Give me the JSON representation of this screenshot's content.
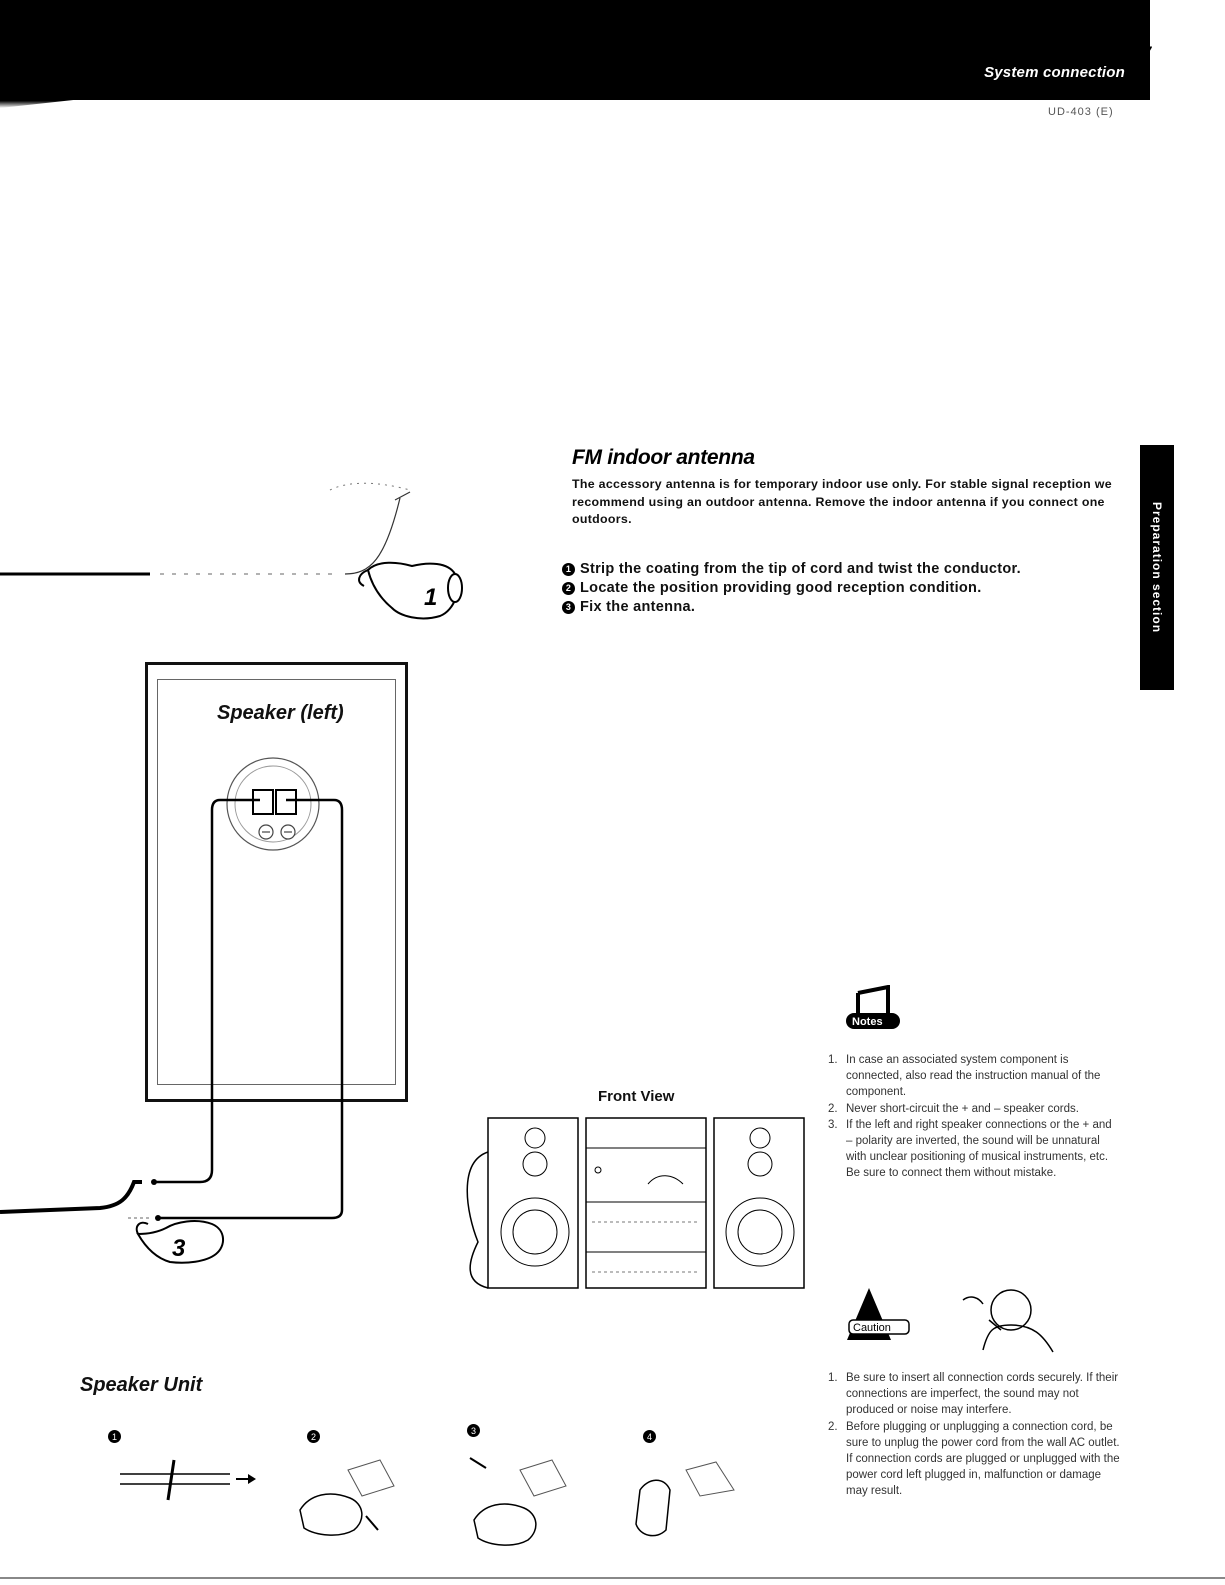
{
  "header": {
    "section_name": "System connection",
    "page_number": "7",
    "model_code": "UD-403 (E)"
  },
  "side_tab": {
    "label": "Preparation section"
  },
  "fm_antenna": {
    "title": "FM indoor antenna",
    "intro": "The accessory antenna is for temporary indoor use only. For stable signal reception we recommend using an outdoor antenna. Remove the indoor antenna if you connect one outdoors.",
    "steps": [
      {
        "badge": "1",
        "text": "Strip the coating from the tip of cord and twist the conductor."
      },
      {
        "badge": "2",
        "text": "Locate the position providing good reception condition."
      },
      {
        "badge": "3",
        "text": "Fix the antenna."
      }
    ]
  },
  "diagram": {
    "speaker_label": "Speaker (left)",
    "callout_1": "1",
    "callout_3": "3",
    "front_view_label": "Front View"
  },
  "notes": {
    "icon_label": "Notes",
    "items": [
      {
        "num": "1.",
        "text": "In case an associated system component is connected, also read the instruction manual of the component."
      },
      {
        "num": "2.",
        "text": "Never short-circuit the + and – speaker cords."
      },
      {
        "num": "3.",
        "text": "If the left and right speaker connections or the + and – polarity are inverted, the sound will be unnatural with unclear positioning of musical instruments, etc. Be sure to connect them without mistake."
      }
    ]
  },
  "caution": {
    "icon_label": "Caution",
    "items": [
      {
        "num": "1.",
        "text": "Be sure to insert all connection cords securely. If their connections are imperfect, the sound may not produced or noise may interfere."
      },
      {
        "num": "2.",
        "text": "Before plugging or unplugging a connection cord, be sure to unplug the power cord from the wall AC outlet. If connection cords are plugged or unplugged with the power cord left plugged in, malfunction or damage may result."
      }
    ]
  },
  "speaker_unit": {
    "title": "Speaker Unit",
    "steps": [
      "1",
      "2",
      "3",
      "4"
    ]
  },
  "colors": {
    "ink": "#000000",
    "paper": "#ffffff"
  }
}
